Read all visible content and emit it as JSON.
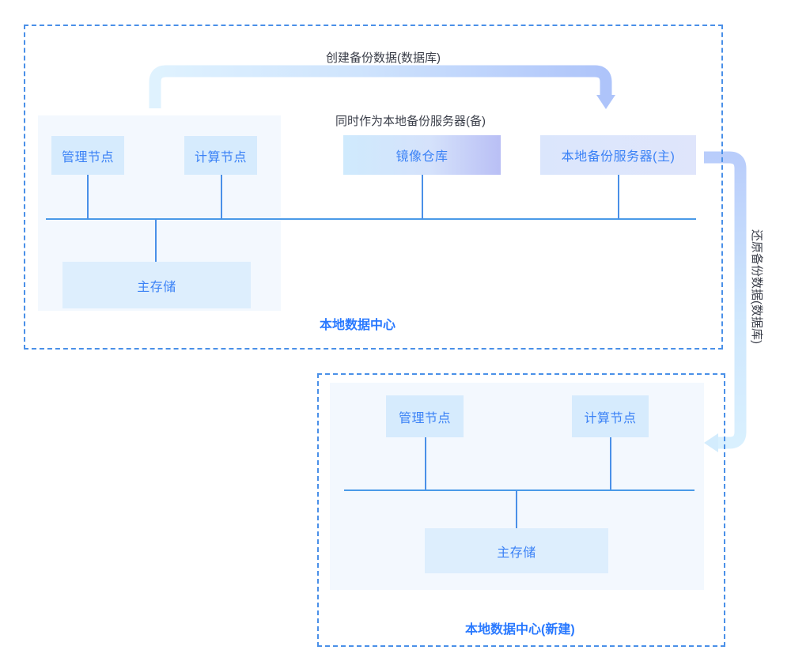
{
  "diagram": {
    "title_hidden": "",
    "annotations": {
      "create_backup": "创建备份数据(数据库)",
      "also_standby": "同时作为本地备份服务器(备)",
      "restore_backup": "还原备份数据(数据库)"
    },
    "regions": [
      {
        "id": "primary-datacenter",
        "caption": "本地数据中心",
        "nodes": [
          {
            "id": "manage-node",
            "label": "管理节点"
          },
          {
            "id": "compute-node",
            "label": "计算节点"
          },
          {
            "id": "primary-storage",
            "label": "主存储"
          }
        ],
        "external_nodes": [
          {
            "id": "image-repository",
            "label": "镜像仓库"
          },
          {
            "id": "local-backup-server-primary",
            "label": "本地备份服务器(主)"
          }
        ]
      },
      {
        "id": "new-datacenter",
        "caption": "本地数据中心(新建)",
        "nodes": [
          {
            "id": "manage-node-new",
            "label": "管理节点"
          },
          {
            "id": "compute-node-new",
            "label": "计算节点"
          },
          {
            "id": "primary-storage-new",
            "label": "主存储"
          }
        ]
      }
    ],
    "colors": {
      "accent": "#3385ff",
      "region_border": "#4a90e8",
      "panel_bg": "#f3f8fe",
      "node_bg": "#d6ebfd",
      "line": "#4a9ae8",
      "pipe_light": "#dbf1fe",
      "pipe_dark": "#aec4fa",
      "annotation_text": "#3b3f4a"
    }
  }
}
